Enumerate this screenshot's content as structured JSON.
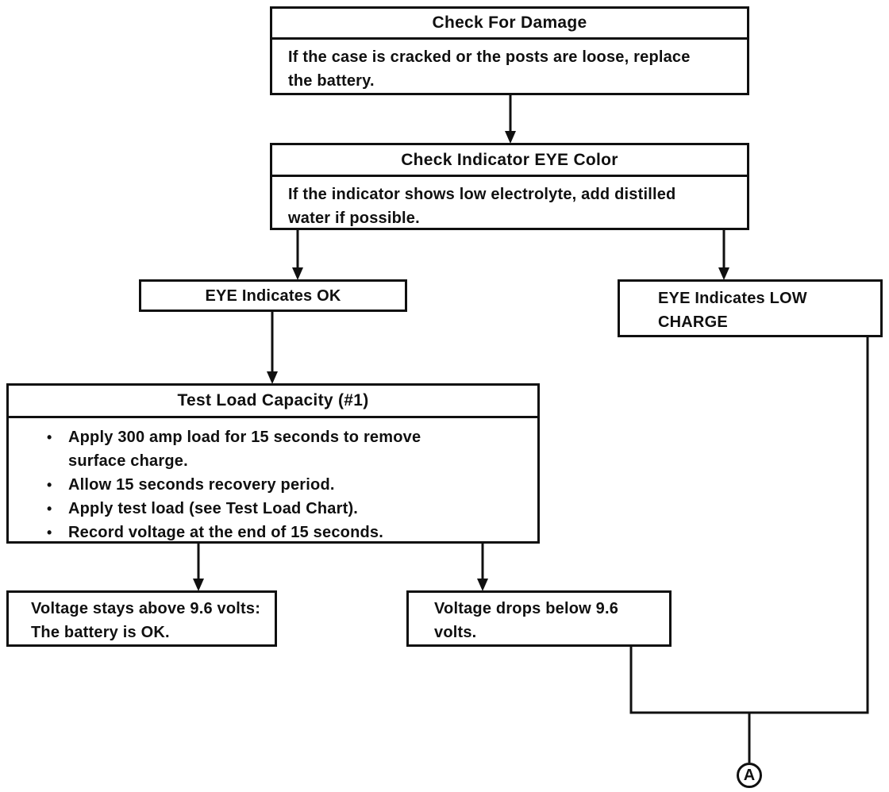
{
  "colors": {
    "ink": "#101010",
    "paper": "#ffffff"
  },
  "diagram": {
    "check_damage": {
      "title": "Check For Damage",
      "body": "If the case is cracked or the posts are loose, replace the battery."
    },
    "check_eye": {
      "title": "Check Indicator EYE Color",
      "body": "If the indicator shows low electrolyte, add distilled water if possible."
    },
    "eye_ok": {
      "label": "EYE Indicates OK"
    },
    "eye_low": {
      "label": "EYE Indicates LOW CHARGE"
    },
    "test_load": {
      "title": "Test Load Capacity (#1)",
      "bullets": [
        "Apply 300 amp load for 15 seconds to remove surface charge.",
        "Allow 15 seconds recovery period.",
        "Apply test load (see Test Load Chart).",
        "Record voltage at the end of 15 seconds."
      ]
    },
    "volt_ok": {
      "label": "Voltage stays above 9.6 volts: The battery is OK."
    },
    "volt_low": {
      "label": "Voltage drops below 9.6 volts."
    },
    "offpage_connector": {
      "label": "A"
    }
  }
}
